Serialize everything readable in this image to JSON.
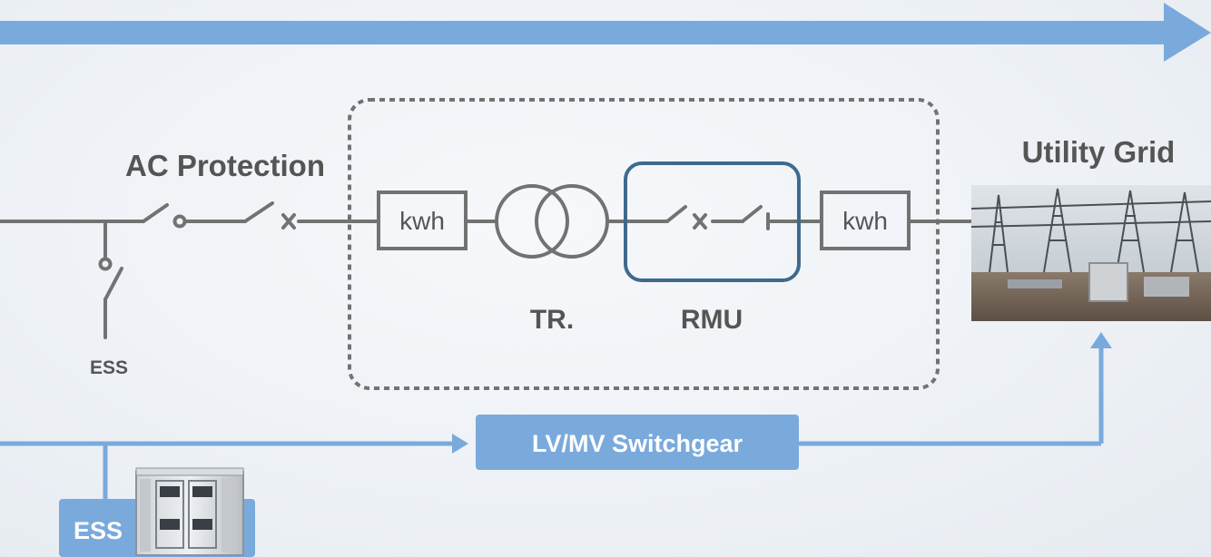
{
  "labels": {
    "ac_protection": "AC Protection",
    "utility_grid": "Utility Grid",
    "tr": "TR.",
    "rmu": "RMU",
    "ess_top": "ESS",
    "meter_left": "kwh",
    "meter_right": "kwh",
    "switchgear": "LV/MV Switchgear",
    "ess_box": "ESS"
  },
  "colors": {
    "line_gray": "#727272",
    "accent_blue": "#7aaadc",
    "rmu_border": "#3e6a8c",
    "text_gray": "#555555"
  },
  "icons": {
    "switch": "open-switch-icon",
    "breaker": "breaker-x-icon",
    "transformer": "transformer-icon",
    "substation": "substation-photo",
    "cabinet": "ess-cabinet-image"
  }
}
